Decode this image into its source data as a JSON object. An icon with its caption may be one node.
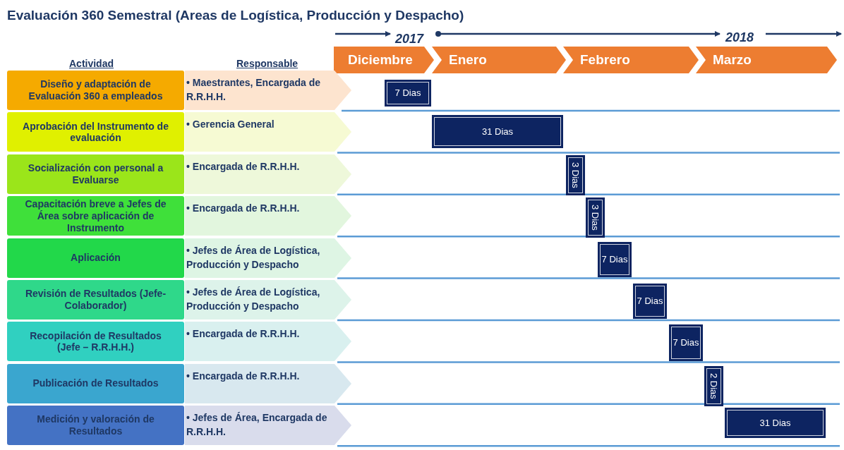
{
  "diagram": {
    "title": "Evaluación 360 Semestral (Areas de Logística, Producción y Despacho)",
    "nodes": [
      {
        "text": [
          "Diciembre"
        ]
      },
      {
        "text": [
          "Enero"
        ]
      },
      {
        "text": [
          "Febrero"
        ]
      },
      {
        "text": [
          "Marzo"
        ]
      },
      {
        "text": [
          "Diseño y adaptación de Evaluación 360 a empleados"
        ]
      },
      {
        "text": [
          "• Maestrantes, Encargada de R.R.H.H."
        ]
      },
      {
        "text": [
          "7 Dias"
        ]
      },
      {
        "text": [
          "Aprobación del Instrumento de evaluación"
        ]
      },
      {
        "text": [
          "• Gerencia General"
        ]
      },
      {
        "text": [
          "31 Dias"
        ]
      },
      {
        "text": [
          "Socialización con personal a Evaluarse"
        ]
      },
      {
        "text": [
          "• Encargada de R.R.H.H."
        ]
      },
      {
        "text": [
          "3 Dias"
        ]
      },
      {
        "text": [
          "Capacitación breve a Jefes de Área sobre aplicación de Instrumento"
        ]
      },
      {
        "text": [
          "• Encargada de R.R.H.H."
        ]
      },
      {
        "text": [
          "3 Dias"
        ]
      },
      {
        "text": [
          "Aplicación"
        ]
      },
      {
        "text": [
          "• Jefes de Área de Logística, Producción y Despacho"
        ]
      },
      {
        "text": [
          "7 Dias"
        ]
      },
      {
        "text": [
          "Revisión de Resultados (Jefe-Colaborador)"
        ]
      },
      {
        "text": [
          "• Jefes de Área de Logística, Producción y Despacho"
        ]
      },
      {
        "text": [
          "7 Dias"
        ]
      },
      {
        "text": [
          "Recopilación de Resultados (Jefe – R.R.H.H.)"
        ]
      },
      {
        "text": [
          "• Encargada de R.R.H.H."
        ]
      },
      {
        "text": [
          "7 Dias"
        ]
      },
      {
        "text": [
          "Publicación de Resultados"
        ]
      },
      {
        "text": [
          "• Encargada de R.R.H.H."
        ]
      },
      {
        "text": [
          "2 Dias"
        ]
      },
      {
        "text": [
          "Medición y valoración de Resultados"
        ]
      },
      {
        "text": [
          "• Jefes de Área, Encargada de R.R.H.H."
        ]
      },
      {
        "text": [
          "31 Dias"
        ]
      }
    ],
    "labels": [
      "Actividad",
      "Responsable",
      "2017",
      "2018"
    ]
  }
}
